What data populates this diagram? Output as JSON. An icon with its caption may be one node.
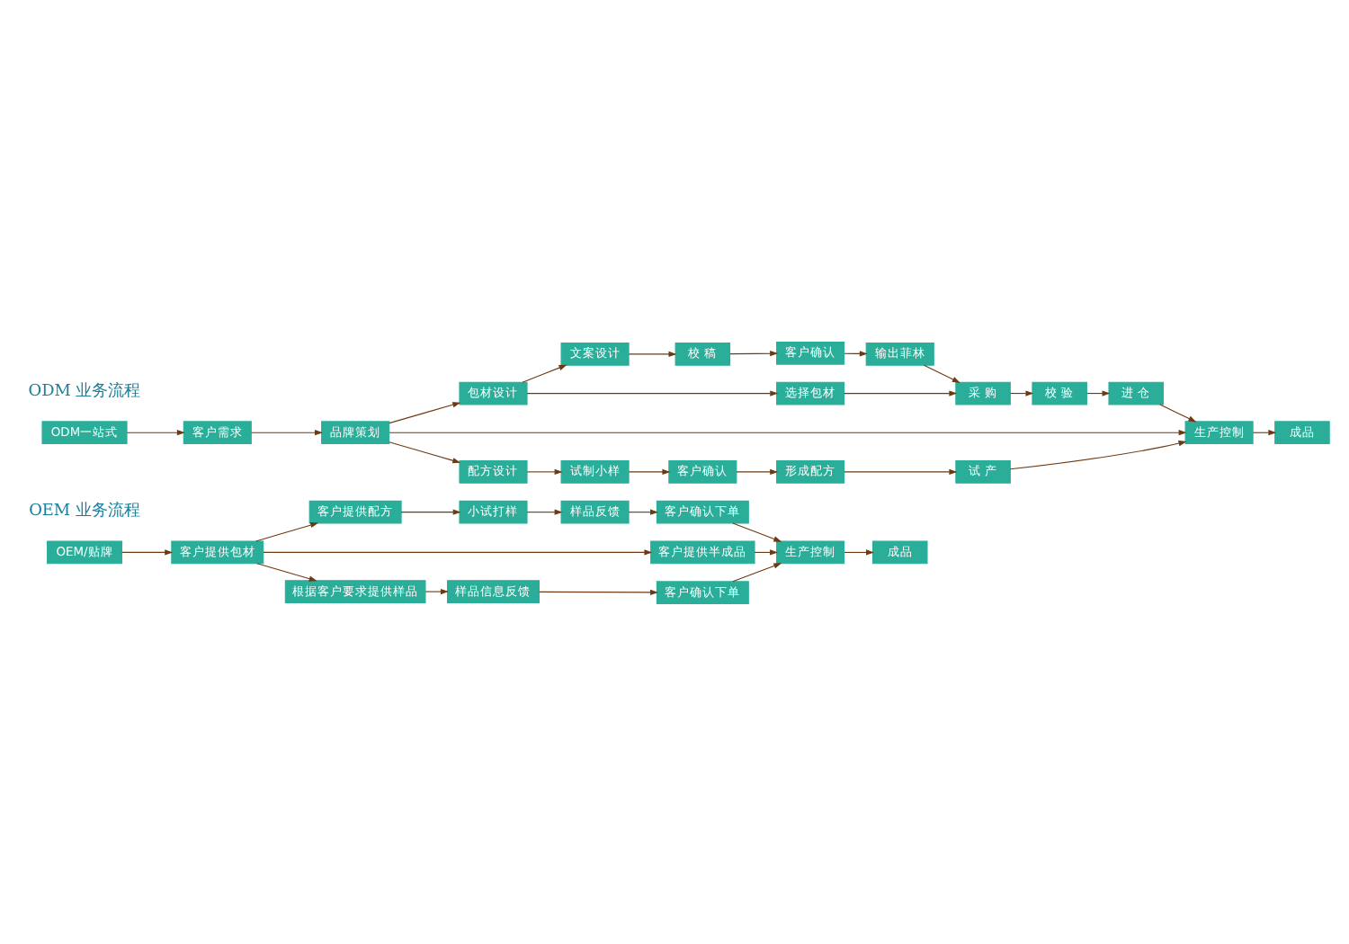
{
  "diagram": {
    "nodes": [
      {
        "text": [
          "OEM/贴牌"
        ]
      },
      {
        "text": [
          "客户提供包材"
        ]
      },
      {
        "text": [
          "客户提供配方"
        ]
      },
      {
        "text": [
          "小试打样"
        ]
      },
      {
        "text": [
          "样品反馈"
        ]
      },
      {
        "text": [
          "客户确认下单"
        ]
      },
      {
        "text": [
          "客户提供半成品"
        ]
      },
      {
        "text": [
          "生产控制"
        ]
      },
      {
        "text": [
          "成品"
        ]
      },
      {
        "text": [
          "根据客户要求提供样品"
        ]
      },
      {
        "text": [
          "样品信息反馈"
        ]
      },
      {
        "text": [
          "客户确认下单"
        ]
      },
      {
        "text": [
          "ODM一站式"
        ]
      },
      {
        "text": [
          "客户需求"
        ]
      },
      {
        "text": [
          "品牌策划"
        ]
      },
      {
        "text": [
          "包材设计"
        ]
      },
      {
        "text": [
          "文案设计"
        ]
      },
      {
        "text": [
          "校 稿"
        ]
      },
      {
        "text": [
          "客户确认"
        ]
      },
      {
        "text": [
          "输出菲林"
        ]
      },
      {
        "text": [
          "选择包材"
        ]
      },
      {
        "text": [
          "采 购"
        ]
      },
      {
        "text": [
          "校 验"
        ]
      },
      {
        "text": [
          "进 仓"
        ]
      },
      {
        "text": [
          "生产控制"
        ]
      },
      {
        "text": [
          "成品"
        ]
      },
      {
        "text": [
          "配方设计"
        ]
      },
      {
        "text": [
          "试制小样"
        ]
      },
      {
        "text": [
          "客户确认"
        ]
      },
      {
        "text": [
          "形成配方"
        ]
      },
      {
        "text": [
          "试 产"
        ]
      }
    ],
    "edges": [
      {
        "from": 0,
        "to": 1,
        "arrow": "to"
      },
      {
        "from": 1,
        "to": 2,
        "arrow": "to"
      },
      {
        "from": 1,
        "to": 6,
        "arrow": "to"
      },
      {
        "from": 1,
        "to": 9,
        "arrow": "to"
      },
      {
        "from": 2,
        "to": 3,
        "arrow": "to"
      },
      {
        "from": 3,
        "to": 4,
        "arrow": "to"
      },
      {
        "from": 4,
        "to": 5,
        "arrow": "to"
      },
      {
        "from": 5,
        "to": 7,
        "arrow": "to"
      },
      {
        "from": 6,
        "to": 7,
        "arrow": "to"
      },
      {
        "from": 9,
        "to": 10,
        "arrow": "to"
      },
      {
        "from": 10,
        "to": 11,
        "arrow": "to"
      },
      {
        "from": 11,
        "to": 7,
        "arrow": "to"
      },
      {
        "from": 7,
        "to": 8,
        "arrow": "to"
      },
      {
        "from": 12,
        "to": 13,
        "arrow": "to"
      },
      {
        "from": 13,
        "to": 14,
        "arrow": "to"
      },
      {
        "from": 14,
        "to": 15,
        "arrow": "to"
      },
      {
        "from": 15,
        "to": 16,
        "arrow": "to"
      },
      {
        "from": 15,
        "to": 20,
        "arrow": "to"
      },
      {
        "from": 16,
        "to": 17,
        "arrow": "to"
      },
      {
        "from": 17,
        "to": 18,
        "arrow": "to"
      },
      {
        "from": 18,
        "to": 19,
        "arrow": "to"
      },
      {
        "from": 19,
        "to": 21,
        "arrow": "to"
      },
      {
        "from": 20,
        "to": 21,
        "arrow": "to"
      },
      {
        "from": 21,
        "to": 22,
        "arrow": "to"
      },
      {
        "from": 22,
        "to": 23,
        "arrow": "to"
      },
      {
        "from": 23,
        "to": 24,
        "arrow": "to"
      },
      {
        "from": 14,
        "to": 24,
        "arrow": "to"
      },
      {
        "from": 14,
        "to": 26,
        "arrow": "to"
      },
      {
        "from": 26,
        "to": 27,
        "arrow": "to"
      },
      {
        "from": 27,
        "to": 28,
        "arrow": "to"
      },
      {
        "from": 28,
        "to": 29,
        "arrow": "to"
      },
      {
        "from": 29,
        "to": 30,
        "arrow": "to"
      },
      {
        "from": 30,
        "to": 24,
        "arrow": "to"
      },
      {
        "from": 24,
        "to": 25,
        "arrow": "to"
      }
    ],
    "labels": [
      "OEM 业务流程",
      "ODM 业务流程"
    ]
  }
}
